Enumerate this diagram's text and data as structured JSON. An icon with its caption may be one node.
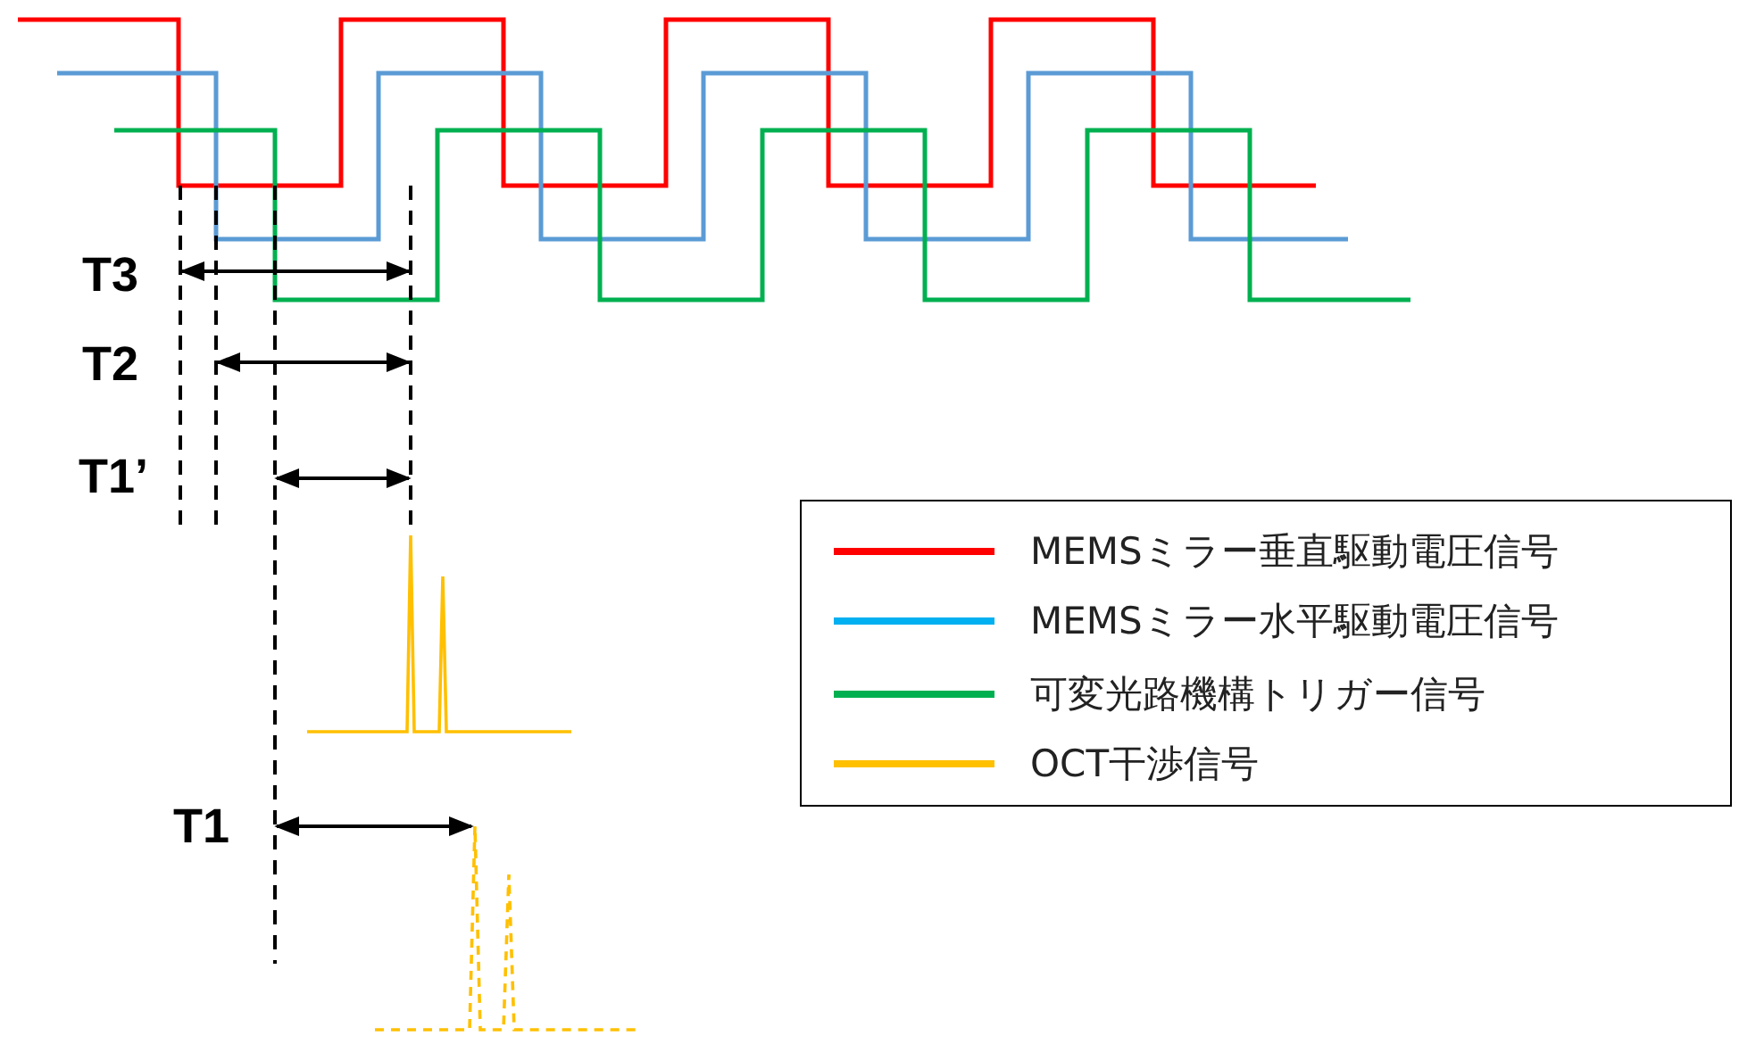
{
  "diagram": {
    "labels": [
      "T3",
      "T2",
      "T1’",
      "T1"
    ],
    "legend": [
      {
        "text": "MEMSミラー垂直駆動電圧信号",
        "color": "#ff0000"
      },
      {
        "text": "MEMSミラー水平駆動電圧信号",
        "color": "#00b0f0"
      },
      {
        "text": "可変光路機構トリガー信号",
        "color": "#00b050"
      },
      {
        "text": "OCT干渉信号",
        "color": "#ffc000"
      }
    ]
  }
}
